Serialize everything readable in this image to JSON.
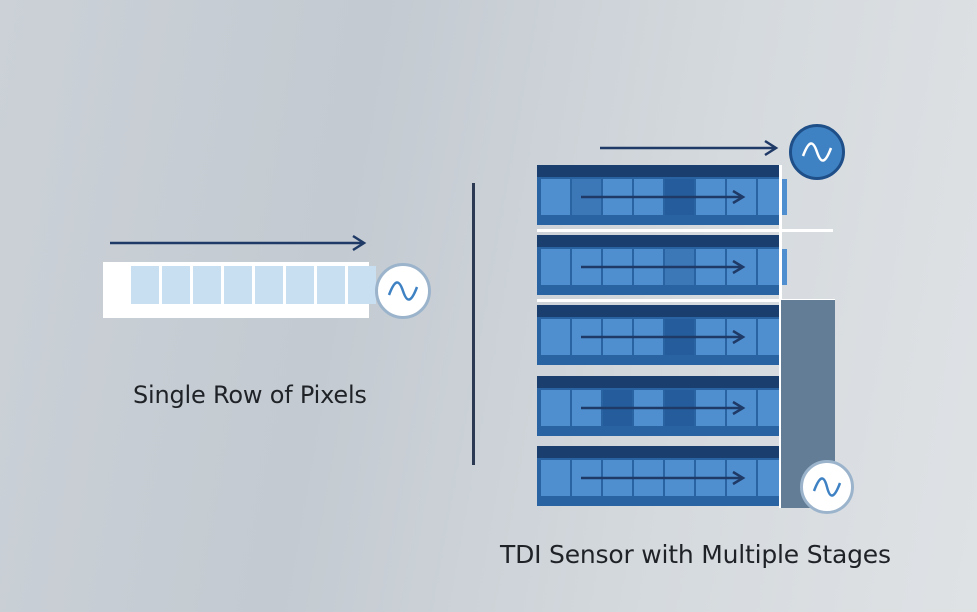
{
  "left_panel": {
    "caption": "Single Row of Pixels",
    "pixel_count": 8,
    "detector_icon": "sine-wave-icon"
  },
  "right_panel": {
    "caption": "TDI Sensor with Multiple Stages",
    "stage_count": 5,
    "detector_icon": "sine-wave-icon"
  },
  "colors": {
    "arrow": "#1f3a66",
    "pixel_light": "#c8dff2",
    "stage_dark": "#1a3f6e",
    "stage_cell": "#4f8fd0",
    "detector_dark": "#3f82c3"
  }
}
